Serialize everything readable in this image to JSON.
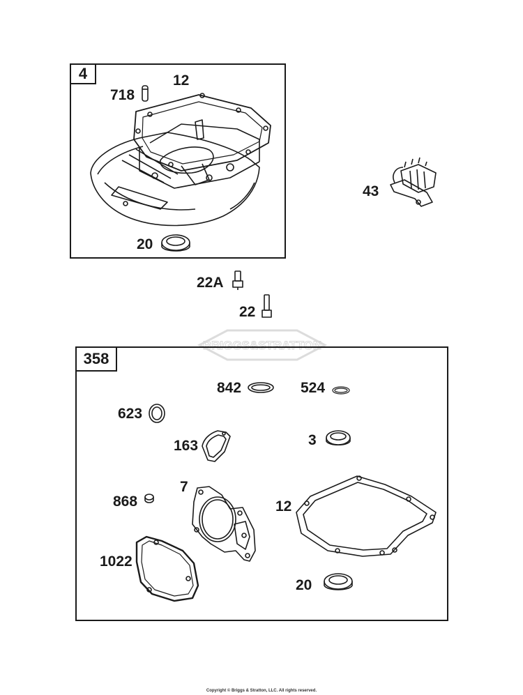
{
  "assembly_group": {
    "kit_number": "4",
    "parts": [
      "718",
      "12",
      "20"
    ]
  },
  "gasket_kit": {
    "kit_number": "358",
    "parts": [
      "842",
      "524",
      "623",
      "3",
      "163",
      "7",
      "868",
      "12",
      "1022",
      "20"
    ]
  },
  "labels": {
    "g_718": "718",
    "g_12": "12",
    "g_20": "20",
    "p_43": "43",
    "p_22a": "22A",
    "p_22": "22",
    "k_842": "842",
    "k_524": "524",
    "k_623": "623",
    "k_3": "3",
    "k_163": "163",
    "k_7": "7",
    "k_868": "868",
    "k_12": "12",
    "k_1022": "1022",
    "k_20": "20"
  },
  "watermark": "BRIGGS&STRATTON",
  "copyright": "Copyright © Briggs & Stratton, LLC. All rights reserved."
}
